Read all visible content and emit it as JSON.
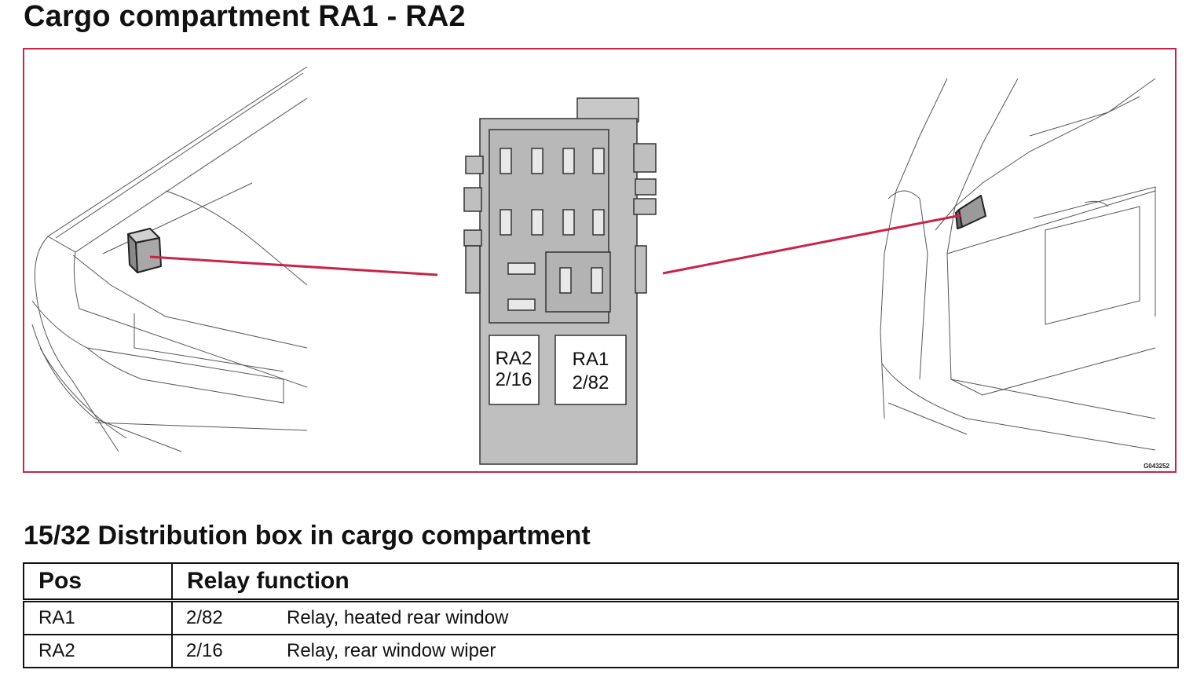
{
  "title": "Cargo compartment RA1 - RA2",
  "figure": {
    "code": "G043252",
    "relay_labels": [
      {
        "pos": "RA2",
        "code": "2/16"
      },
      {
        "pos": "RA1",
        "code": "2/82"
      }
    ],
    "colors": {
      "frame": "#c8244a",
      "leader_line": "#c8244a",
      "box_fill": "#bfbfbf"
    }
  },
  "section_title": "15/32 Distribution box in cargo compartment",
  "table": {
    "headers": [
      "Pos",
      "Relay function"
    ],
    "rows": [
      {
        "pos": "RA1",
        "code": "2/82",
        "function": "Relay, heated rear window"
      },
      {
        "pos": "RA2",
        "code": "2/16",
        "function": "Relay, rear window wiper"
      }
    ]
  }
}
